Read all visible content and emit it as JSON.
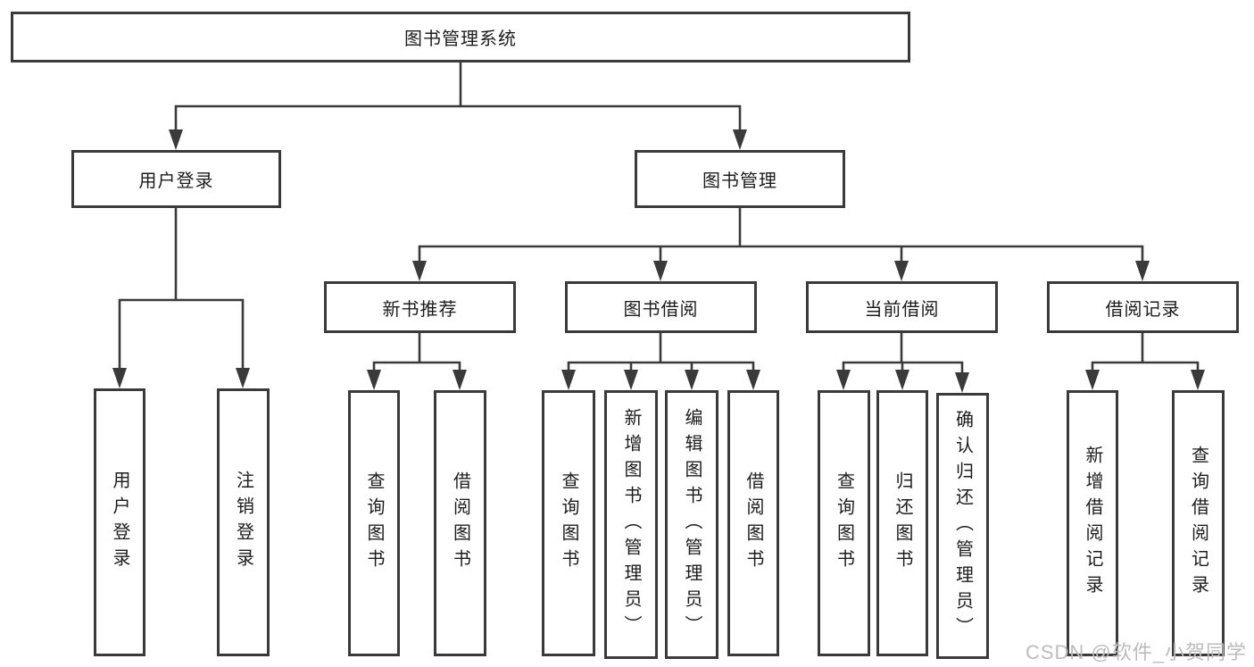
{
  "tree": {
    "root": {
      "label": "图书管理系统"
    },
    "branches": [
      {
        "label": "用户登录",
        "children": [
          {
            "label": "用户登录"
          },
          {
            "label": "注销登录"
          }
        ]
      },
      {
        "label": "图书管理",
        "children": [
          {
            "label": "新书推荐",
            "children": [
              {
                "label": "查询图书"
              },
              {
                "label": "借阅图书"
              }
            ]
          },
          {
            "label": "图书借阅",
            "children": [
              {
                "label": "查询图书"
              },
              {
                "label": "新增图书（管理员）"
              },
              {
                "label": "编辑图书（管理员）"
              },
              {
                "label": "借阅图书"
              }
            ]
          },
          {
            "label": "当前借阅",
            "children": [
              {
                "label": "查询图书"
              },
              {
                "label": "归还图书"
              },
              {
                "label": "确认归还（管理员）"
              }
            ]
          },
          {
            "label": "借阅记录",
            "children": [
              {
                "label": "新增借阅记录"
              },
              {
                "label": "查询借阅记录"
              }
            ]
          }
        ]
      }
    ]
  },
  "watermark": {
    "text": "CSDN @软件_小贺同学"
  },
  "colors": {
    "line": "#3a3a3a",
    "box_border": "#3a3a3a",
    "background": "#ffffff",
    "text": "#1c1c1c",
    "watermark": "#bcbcbc"
  }
}
